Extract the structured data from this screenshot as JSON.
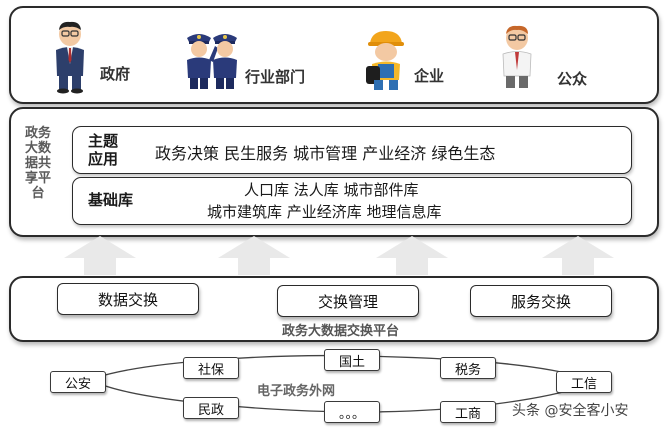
{
  "top_panel": {
    "roles": [
      {
        "label": "政府",
        "icon": "government-official-icon"
      },
      {
        "label": "行业部门",
        "icon": "police-officers-icon"
      },
      {
        "label": "企业",
        "icon": "worker-icon"
      },
      {
        "label": "公众",
        "icon": "citizen-icon"
      }
    ]
  },
  "platform": {
    "title_lines": [
      "政务",
      "大数",
      "据共",
      "享平",
      "台"
    ],
    "theme": {
      "title_lines": [
        "主题",
        "应用"
      ],
      "items": "政务决策 民生服务 城市管理 产业经济 绿色生态"
    },
    "base": {
      "title": "基础库",
      "line1": "人口库 法人库 城市部件库",
      "line2": "城市建筑库 产业经济库 地理信息库"
    }
  },
  "exchange": {
    "buttons": [
      "数据交换",
      "交换管理",
      "服务交换"
    ],
    "label": "政务大数据交换平台"
  },
  "network": {
    "label": "电子政务外网",
    "nodes": [
      "公安",
      "社保",
      "国土",
      "税务",
      "工信",
      "民政",
      "。。。",
      "工商"
    ]
  },
  "watermark": "头条 @安全客小安",
  "colors": {
    "arrow": "#e9e9e9",
    "border": "#2b2b2b"
  }
}
